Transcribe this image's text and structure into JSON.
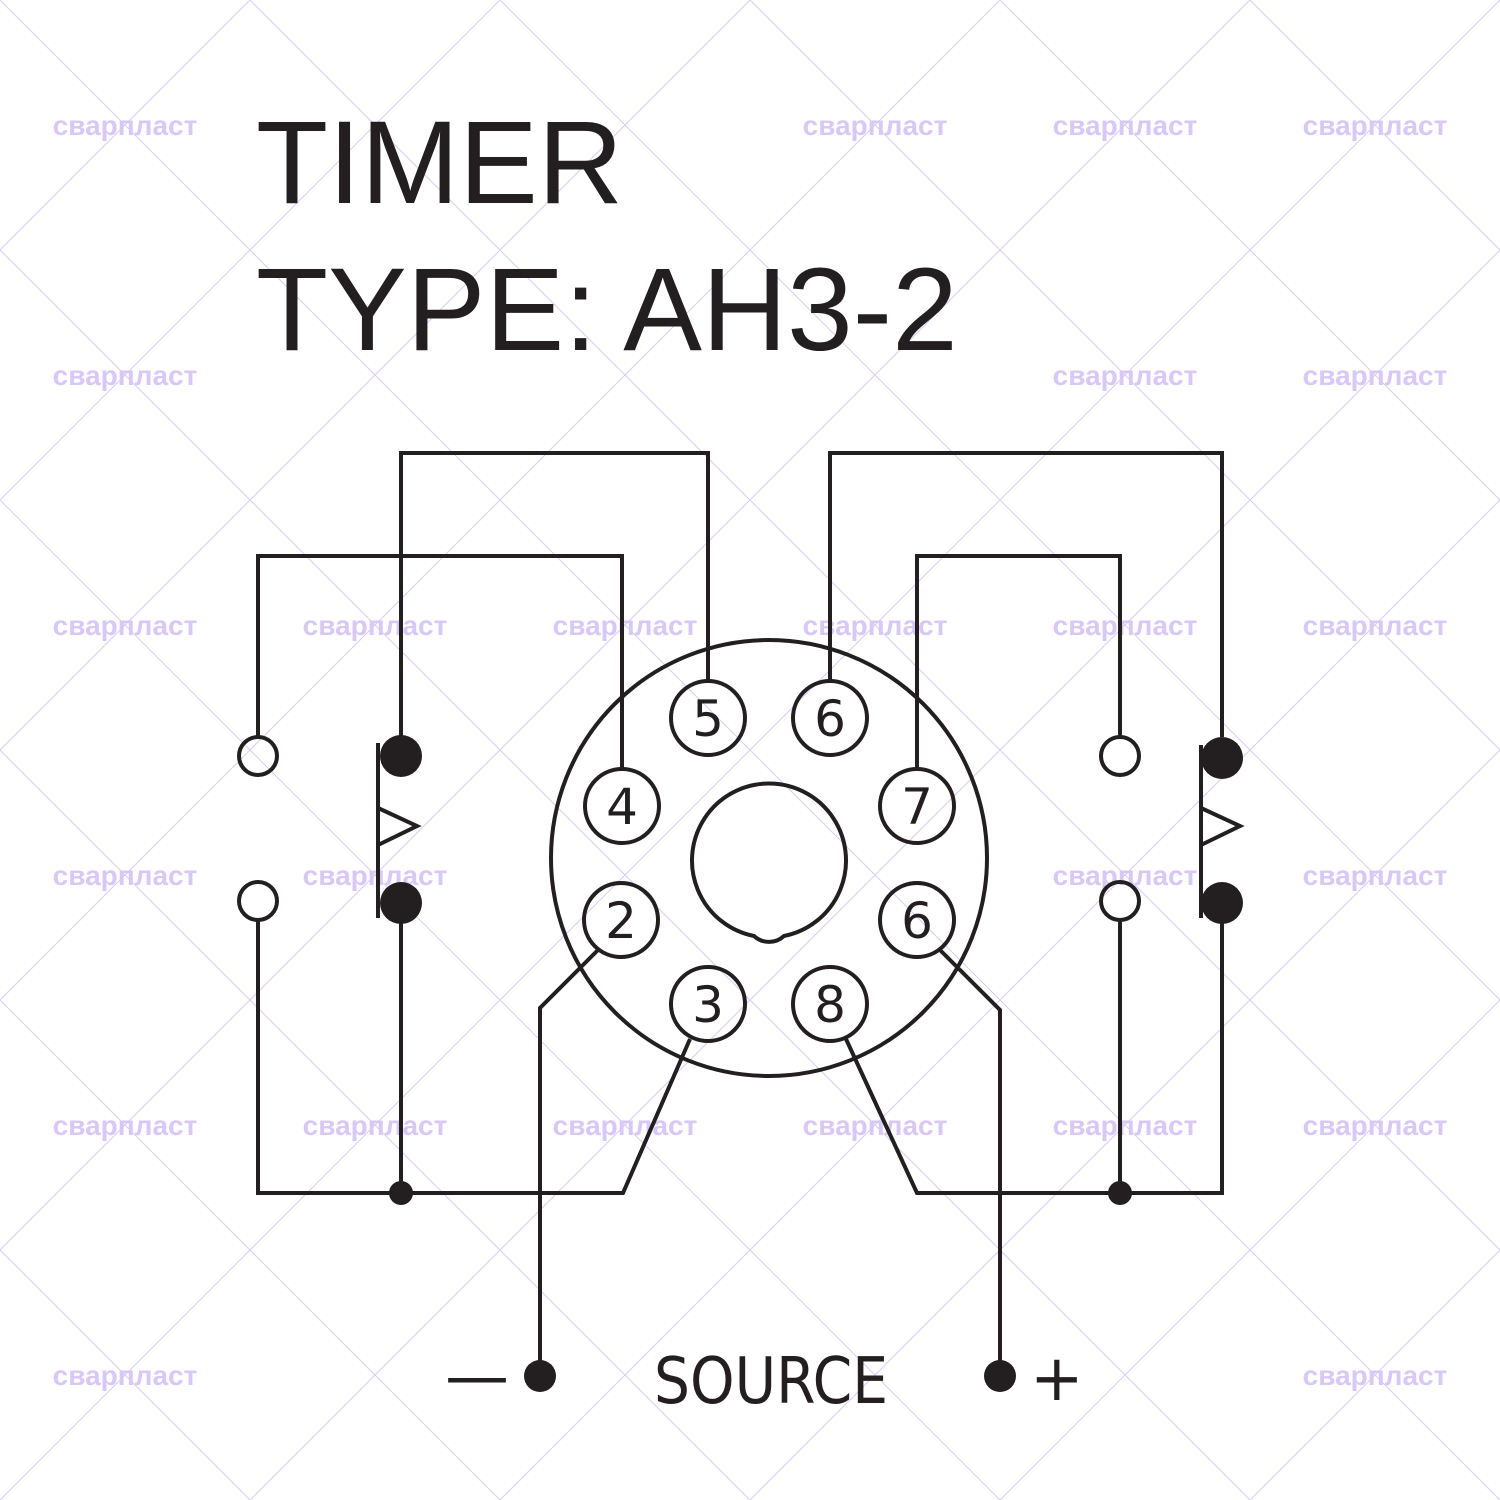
{
  "title_line1": "TIMER",
  "title_line2": "TYPE: AH3-2",
  "pins": {
    "top_left": "5",
    "top_right": "6",
    "upper_left": "4",
    "upper_right": "7",
    "lower_left": "2",
    "lower_right": "6",
    "bottom_left": "3",
    "bottom_right": "8"
  },
  "source": {
    "label": "SOURCE",
    "minus": "—",
    "plus": "+"
  },
  "watermark": "сварпласт",
  "colors": {
    "line": "#231f20",
    "watermark": "#d9c8f7"
  }
}
